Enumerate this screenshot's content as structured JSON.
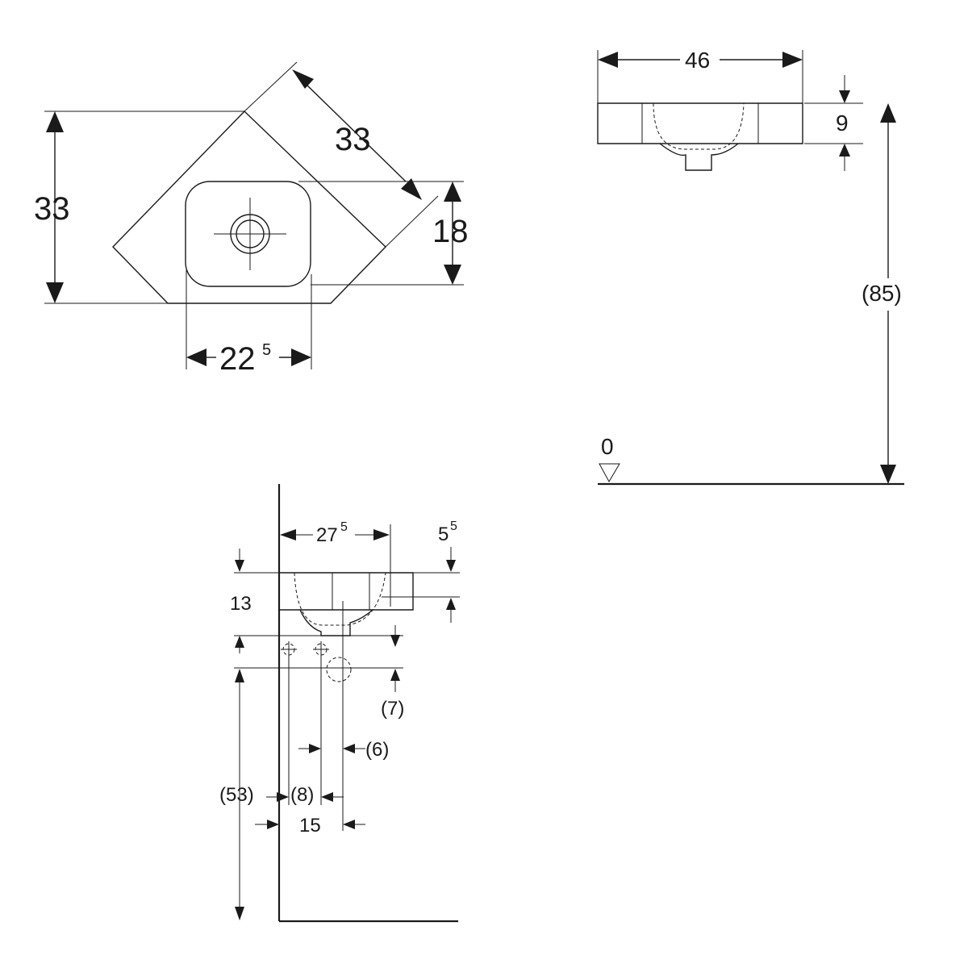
{
  "top_view": {
    "height": "33",
    "diagonal": "33",
    "bowl_depth": "18",
    "bowl_width_main": "22",
    "bowl_width_sup": "5"
  },
  "front_view": {
    "width": "46",
    "rim_height": "9",
    "mount_height": "(85)",
    "floor_level": "0"
  },
  "side_view": {
    "projection_main": "27",
    "projection_sup": "5",
    "tap_offset_main": "5",
    "tap_offset_sup": "5",
    "bowl_height": "13",
    "waste_height": "(7)",
    "dim_6": "(6)",
    "dim_53": "(53)",
    "dim_8": "(8)",
    "dim_15": "15"
  }
}
